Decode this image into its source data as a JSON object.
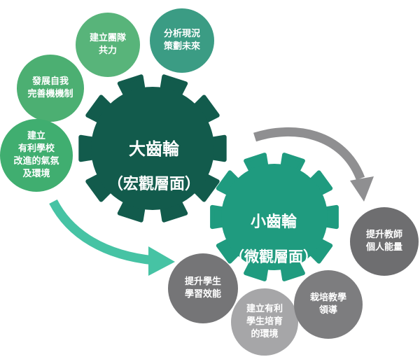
{
  "big_gear": {
    "title": "大齒輪",
    "subtitle": "（宏觀層面）",
    "color": "#125b4c"
  },
  "small_gear": {
    "title": "小齒輪",
    "subtitle": "（微觀層面）",
    "color": "#1f9b7f"
  },
  "green_circles": [
    {
      "text": "分析現況\n策劃未來",
      "color": "#3b9c84"
    },
    {
      "text": "建立團隊\n共力",
      "color": "#58b47a"
    },
    {
      "text": "發展自我\n完善機機制",
      "color": "#4caf72"
    },
    {
      "text": "建立\n有利學校\n改進的氣氛\n及環境",
      "color": "#40ae70"
    }
  ],
  "grey_circles": [
    {
      "text": "提升教師\n個人能量",
      "color": "#6e6e70"
    },
    {
      "text": "提升學生\n學習效能",
      "color": "#757577"
    },
    {
      "text": "建立有利\n學生培育\n的環境",
      "color": "#a6a6a8"
    },
    {
      "text": "栽培教學\n領導",
      "color": "#7d7d7f"
    }
  ],
  "arrow_colors": {
    "grey": "#8f8f91",
    "teal": "#46c3a4"
  }
}
